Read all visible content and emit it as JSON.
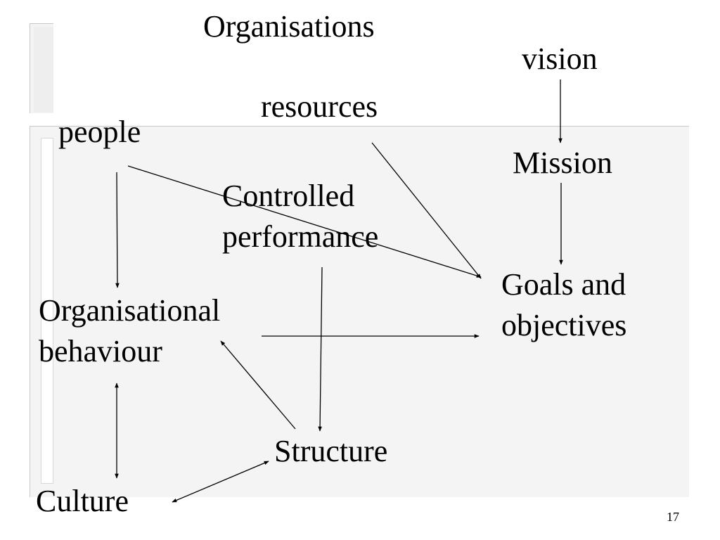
{
  "nodes": {
    "organisations": "Organisations",
    "vision": "vision",
    "resources": "resources",
    "people": "people",
    "mission": "Mission",
    "controlled_performance": [
      "Controlled",
      "performance"
    ],
    "goals_objectives": [
      "Goals and",
      "objectives"
    ],
    "organisational_behaviour": [
      "Organisational",
      "behaviour"
    ],
    "structure": "Structure",
    "culture": "Culture"
  },
  "page_number": "17",
  "colors": {
    "text": "#000000",
    "panel": "#f4f4f4",
    "panel_border": "#c8c8c8"
  }
}
